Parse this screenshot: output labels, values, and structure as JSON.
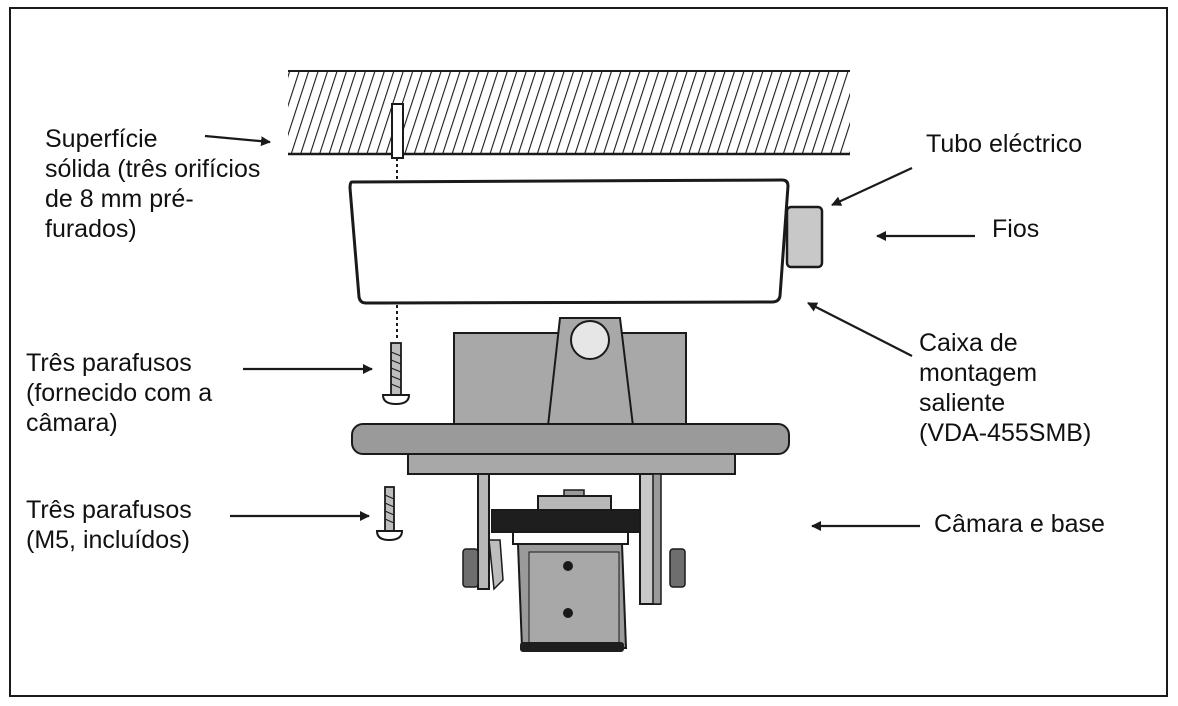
{
  "labels": {
    "solid_surface": "Superfície\nsólida (três orifícios\nde 8 mm pré-\nfurados)",
    "conduit": "Tubo eléctrico",
    "wires": "Fios",
    "screws_supplied": "Três parafusos\n(fornecido com a\ncâmara)",
    "mount_box": "Caixa de\nmontagem\nsaliente\n(VDA-455SMB)",
    "screws_m5": "Três parafusos\n(M5, incluídos)",
    "camera_base": "Câmara e base"
  },
  "colors": {
    "line": "#1a1a1a",
    "gray_dark": "#8c8c8c",
    "gray_mid": "#a8a8a8",
    "gray_light": "#c8c8c8",
    "background": "#ffffff"
  }
}
